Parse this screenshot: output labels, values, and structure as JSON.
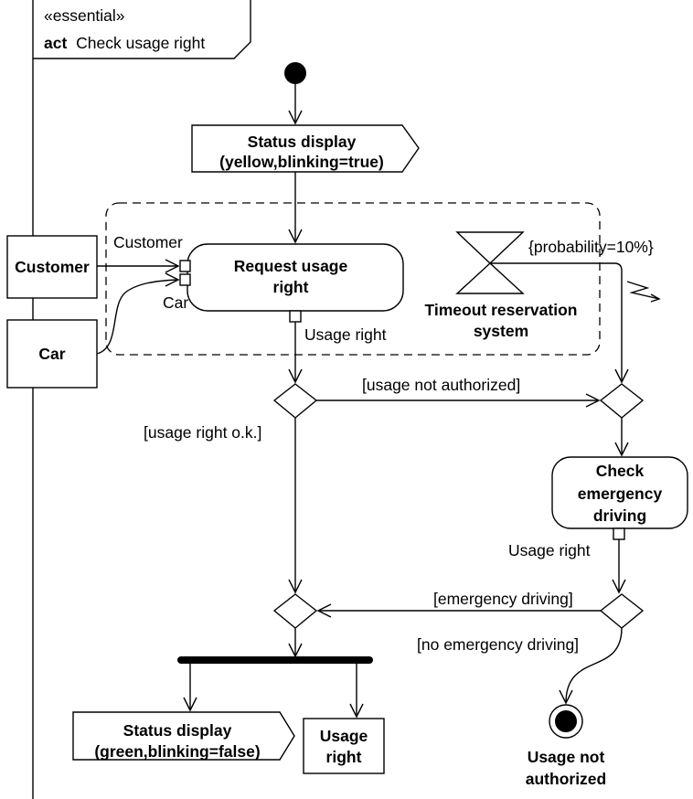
{
  "frame": {
    "stereotype": "«essential»",
    "keyword": "act",
    "title": "Check usage right"
  },
  "nodes": {
    "status_display_top": {
      "line1": "Status display",
      "line2": "(yellow,blinking=true)"
    },
    "customer_object": "Customer",
    "car_object": "Car",
    "request_action": {
      "line1": "Request usage",
      "line2": "right"
    },
    "pin_customer": "Customer",
    "pin_car": "Car",
    "pin_usage_right": "Usage right",
    "timeout_event": {
      "line1": "Timeout reservation",
      "line2": "system"
    },
    "probability": "{probability=10%}",
    "check_emergency": {
      "line1": "Check",
      "line2": "emergency",
      "line3": "driving"
    },
    "pin_usage_right_2": "Usage right",
    "status_display_bottom": {
      "line1": "Status display",
      "line2": "(green,blinking=false)"
    },
    "usage_right_object": {
      "line1": "Usage",
      "line2": "right"
    },
    "final_label": {
      "line1": "Usage not",
      "line2": "authorized"
    }
  },
  "guards": {
    "not_authorized": "[usage not authorized]",
    "ok": "[usage right o.k.]",
    "emergency": "[emergency driving]",
    "no_emergency": "[no emergency driving]"
  }
}
